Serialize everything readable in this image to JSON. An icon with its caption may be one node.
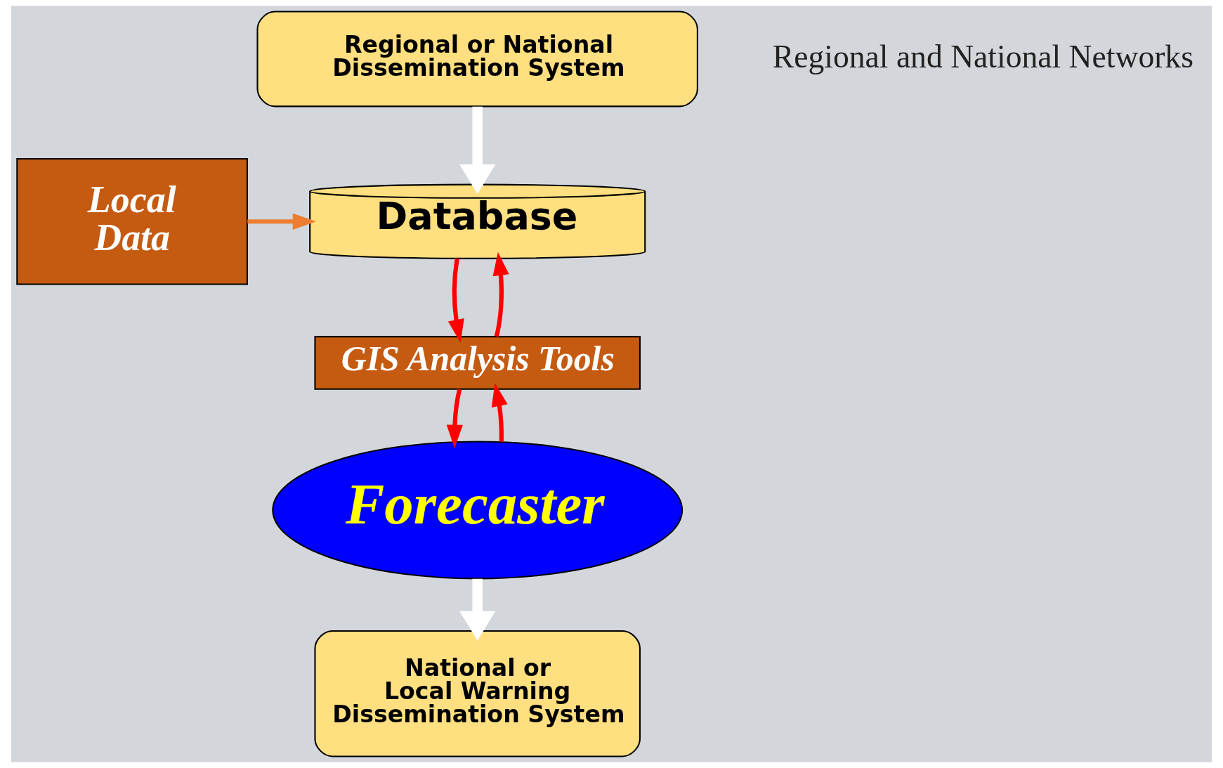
{
  "diagram": {
    "nodes": [
      {
        "text": [
          "Regional or National Dissemination System"
        ]
      },
      {
        "text": [
          "Local Data"
        ]
      },
      {
        "text": [
          "Database"
        ]
      },
      {
        "text": [
          "GIS Analysis Tools"
        ]
      },
      {
        "text": [
          "Forecaster"
        ]
      },
      {
        "text": [
          "National or Local Warning Dissemination System"
        ]
      }
    ],
    "edges": [
      {
        "from": 0,
        "to": 2,
        "arrow": "to",
        "style": "thick",
        "color": "#ffffff"
      },
      {
        "from": 1,
        "to": 2,
        "arrow": "to",
        "color": "#ed7d31"
      },
      {
        "from": 2,
        "to": 3,
        "arrow": "to"
      },
      {
        "from": 3,
        "to": 2,
        "arrow": "to"
      },
      {
        "from": 3,
        "to": 4,
        "arrow": "to"
      },
      {
        "from": 4,
        "to": 3,
        "arrow": "to"
      },
      {
        "from": 4,
        "to": 5,
        "arrow": "to",
        "style": "thick",
        "color": "#ffffff"
      }
    ],
    "labels": [
      "Regional and National Networks"
    ]
  }
}
